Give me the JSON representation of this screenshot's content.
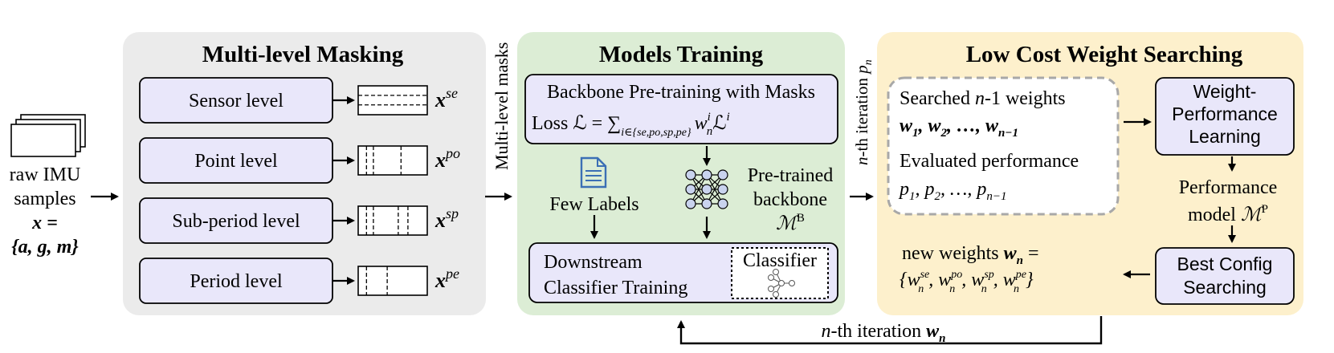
{
  "colors": {
    "masking_panel": "#ebebeb",
    "training_panel": "#dcedd5",
    "searching_panel": "#fdf0cc",
    "level_box": "#e9e7fa",
    "doc_icon": "#3b6fb5"
  },
  "input": {
    "line1": "raw IMU",
    "line2": "samples",
    "x_eq": "x =",
    "x_set": "{a, g, m}"
  },
  "masking": {
    "title": "Multi-level Masking",
    "levels": [
      {
        "label": "Sensor level",
        "output_base": "x",
        "output_sup": "se"
      },
      {
        "label": "Point level",
        "output_base": "x",
        "output_sup": "po"
      },
      {
        "label": "Sub-period level",
        "output_base": "x",
        "output_sup": "sp"
      },
      {
        "label": "Period level",
        "output_base": "x",
        "output_sup": "pe"
      }
    ]
  },
  "side_labels": {
    "multi_level_masks": "Multi-level masks",
    "nth_iteration_prefix": "n",
    "nth_iteration_text": "-th iteration ",
    "nth_iteration_var": "p",
    "nth_iteration_sub": "n"
  },
  "training": {
    "title": "Models Training",
    "pretrain_line1": "Backbone Pre-training with Masks",
    "loss_prefix": "Loss ℒ = ∑",
    "loss_sub": "i∈{se,po,sp,pe}",
    "loss_w": "w",
    "loss_w_sup": "i",
    "loss_w_sub": "n",
    "loss_L": "ℒ",
    "loss_L_sup": "i",
    "few_labels": "Few Labels",
    "pretrained_line1": "Pre-trained",
    "pretrained_line2": "backbone",
    "model_base": "ℳ",
    "model_sup": "B",
    "downstream_line1": "Downstream",
    "downstream_line2": "Classifier Training",
    "classifier": "Classifier"
  },
  "searching": {
    "title": "Low Cost Weight Searching",
    "searched_pre": "Searched ",
    "searched_n": "n",
    "searched_post": "-1 weights",
    "weights_seq": "w",
    "weights_subs": [
      "1",
      "2",
      "n−1"
    ],
    "evaluated": "Evaluated performance",
    "perf_var": "p",
    "perf_subs": [
      "1",
      "2",
      "n−1"
    ],
    "wpl_line1": "Weight-",
    "wpl_line2": "Performance",
    "wpl_line3": "Learning",
    "perf_model_line1": "Performance",
    "perf_model_line2": "model ",
    "perf_model_base": "ℳ",
    "perf_model_sup": "P",
    "best_line1": "Best Config",
    "best_line2": "Searching",
    "new_weights_pre": "new weights ",
    "new_weights_var": "w",
    "new_weights_sub": "n",
    "new_weights_eq": " =",
    "new_set_sups": [
      "se",
      "po",
      "sp",
      "pe"
    ],
    "new_set_sub": "n"
  },
  "feedback": {
    "label_prefix": "n",
    "label_text": "-th iteration ",
    "label_var": "w",
    "label_sub": "n"
  }
}
